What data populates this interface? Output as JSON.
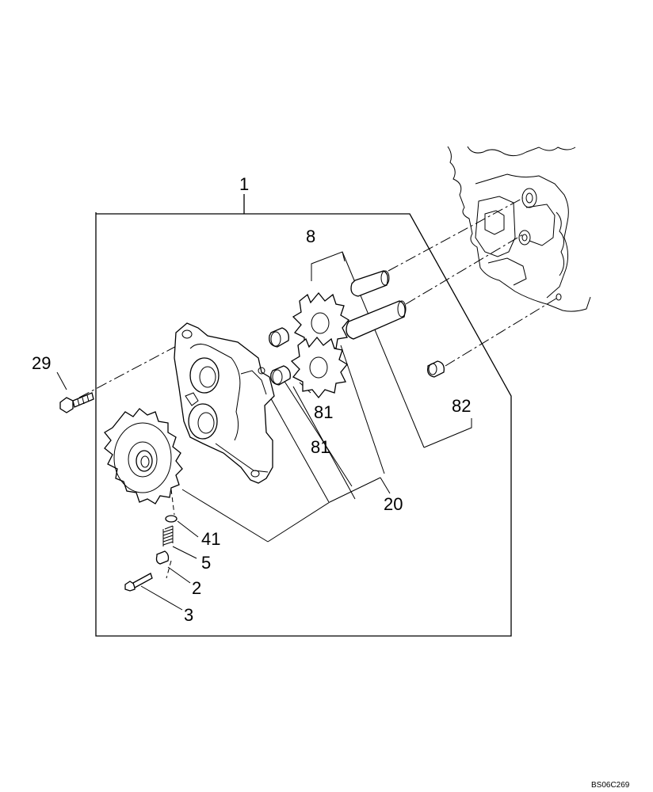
{
  "diagram": {
    "callouts": {
      "assembly": "1",
      "gear_set": "8",
      "bolt": "29",
      "pin_upper": "81",
      "pin_lower": "81",
      "bushing": "82",
      "pump_body": "20",
      "o_ring": "41",
      "spring": "5",
      "relief_valve": "2",
      "split_pin": "3"
    },
    "drawing_code": "BS06C269"
  }
}
